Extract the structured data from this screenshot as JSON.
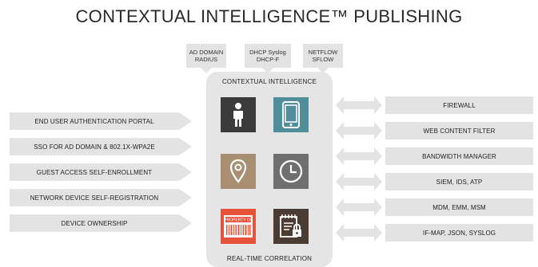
{
  "title": "CONTEXTUAL INTELLIGENCE™ PUBLISHING",
  "sources": [
    {
      "line1": "AD DOMAIN",
      "line2": "RADIUS"
    },
    {
      "line1": "DHCP Syslog",
      "line2": "DHCP-F"
    },
    {
      "line1": "NETFLOW",
      "line2": "SFLOW"
    }
  ],
  "core": {
    "title": "CONTEXTUAL INTELLIGENCE",
    "footer": "REAL-TIME CORRELATION",
    "tiles": [
      {
        "icon": "person-icon",
        "color": "#3b3b3b"
      },
      {
        "icon": "mobile-device-icon",
        "color": "#4f8e9a"
      },
      {
        "icon": "location-pin-icon",
        "color": "#a88f72"
      },
      {
        "icon": "clock-icon",
        "color": "#6f6f6f"
      },
      {
        "icon": "property-tag-icon",
        "color": "#e6533a"
      },
      {
        "icon": "secure-document-icon",
        "color": "#4a3b33"
      }
    ],
    "property_tag_text": "PROPERTY OF"
  },
  "left_items": [
    "END USER AUTHENTICATION PORTAL",
    "SSO FOR AD DOMAIN & 802.1X-WPA2E",
    "GUEST ACCESS SELF-ENROLLMENT",
    "NETWORK DEVICE SELF-REGISTRATION",
    "DEVICE OWNERSHIP"
  ],
  "right_items": [
    "FIREWALL",
    "WEB CONTENT FILTER",
    "BANDWIDTH MANAGER",
    "SIEM, IDS, ATP",
    "MDM, EMM, MSM",
    "IF-MAP, JSON, SYSLOG"
  ]
}
